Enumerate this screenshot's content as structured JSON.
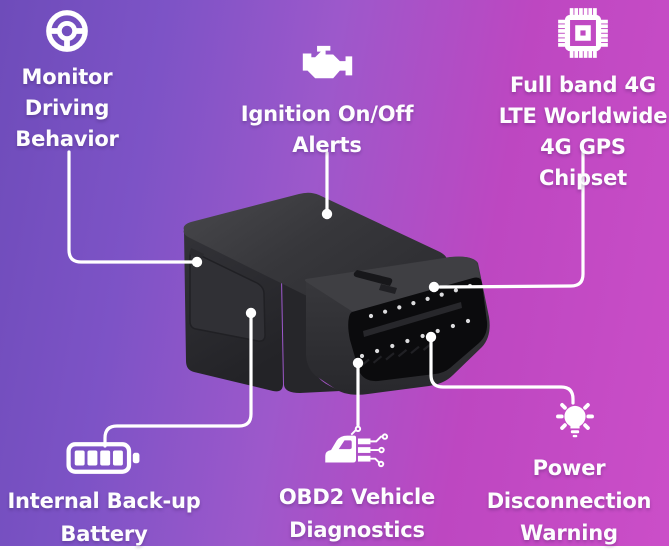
{
  "background": {
    "gradient_left": "#6e4cba",
    "gradient_right": "#cb4ec8"
  },
  "connector": {
    "line_color": "#ffffff",
    "dot_color": "#ffffff"
  },
  "device": {
    "description": "black OBD2 plug GPS tracker 3D render, 16-pin connector facing right"
  },
  "features": [
    {
      "id": "monitor-driving",
      "icon": "steering-wheel-icon",
      "lines": [
        "Monitor",
        "Driving",
        "Behavior"
      ]
    },
    {
      "id": "ignition-alerts",
      "icon": "engine-icon",
      "lines": [
        "Ignition On/Off",
        "Alerts"
      ]
    },
    {
      "id": "lte-gps-chipset",
      "icon": "chip-icon",
      "lines": [
        "Full band 4G",
        "LTE Worldwide",
        "4G GPS Chipset"
      ]
    },
    {
      "id": "backup-battery",
      "icon": "battery-icon",
      "lines": [
        "Internal Back-up",
        "Battery"
      ]
    },
    {
      "id": "obd2-diagnostics",
      "icon": "car-diagnostics-icon",
      "lines": [
        "OBD2 Vehicle",
        "Diagnostics"
      ]
    },
    {
      "id": "power-warning",
      "icon": "light-bulb-icon",
      "lines": [
        "Power",
        "Disconnection",
        "Warning"
      ]
    }
  ]
}
